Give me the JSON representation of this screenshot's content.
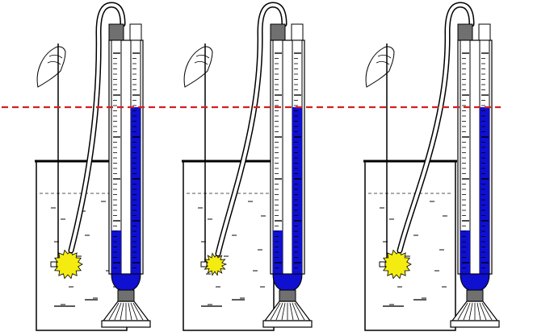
{
  "figure": {
    "panels": [
      {
        "id": "panel-1",
        "balloon_size": "large",
        "liquid_level": "high"
      },
      {
        "id": "panel-2",
        "balloon_size": "small",
        "liquid_level": "high"
      },
      {
        "id": "panel-3",
        "balloon_size": "large",
        "liquid_level": "high"
      }
    ],
    "reference_line": {
      "style": "dashed",
      "color": "#d42020"
    },
    "colors": {
      "liquid": "#1010d0",
      "balloon": "#f4ec10",
      "outline": "#000000",
      "stopper": "#707070"
    }
  }
}
